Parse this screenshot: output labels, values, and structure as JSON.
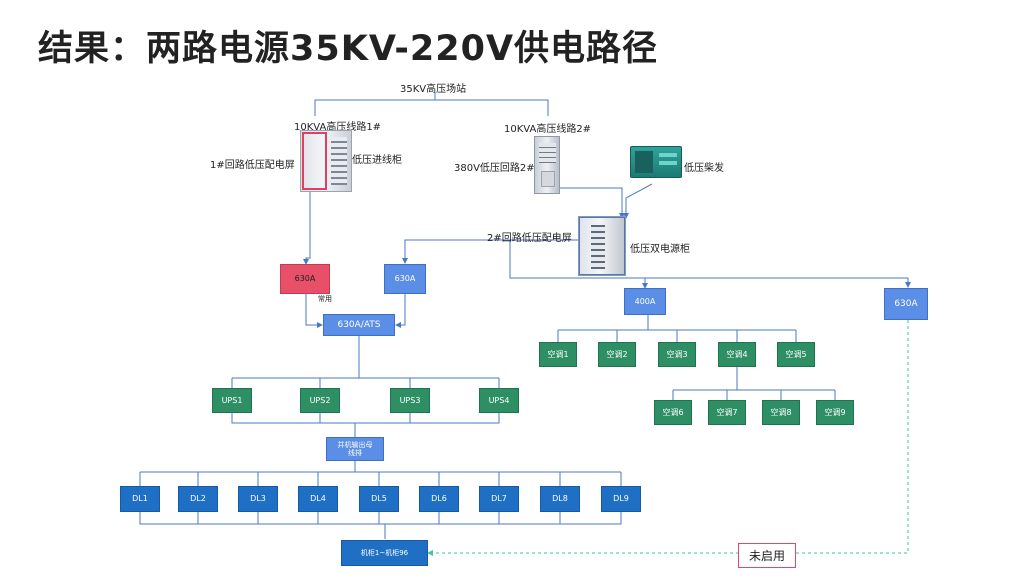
{
  "title": "结果：两路电源35KV-220V供电路径",
  "labels": {
    "station": "35KV高压场站",
    "line1": "10KVA高压线路1#",
    "line2": "10KVA高压线路2#",
    "screen1": "1#回路低压配电屏",
    "incoming": "低压进线柜",
    "loop2": "380V低压回路2#",
    "diesel": "低压柴发",
    "screen2": "2#回路低压配电屏",
    "dualcab": "低压双电源柜",
    "standby": "常用",
    "not_enabled": "未启用"
  },
  "boxes": {
    "b630_red": "630A",
    "b630_blue": "630A",
    "ats": "630A/ATS",
    "b400": "400A",
    "b630_right": "630A",
    "bus": "并机输出母线排",
    "cabinets": "机柜1~机柜96"
  },
  "ups": [
    "UPS1",
    "UPS2",
    "UPS3",
    "UPS4"
  ],
  "ac_row1": [
    "空调1",
    "空调2",
    "空调3",
    "空调4",
    "空调5"
  ],
  "ac_row2": [
    "空调6",
    "空调7",
    "空调8",
    "空调9"
  ],
  "dl": [
    "DL1",
    "DL2",
    "DL3",
    "DL4",
    "DL5",
    "DL6",
    "DL7",
    "DL8",
    "DL9"
  ],
  "colors": {
    "blue": "#5b8ee6",
    "red": "#e8506a",
    "green": "#2f8f64",
    "navy": "#1f6fc5",
    "dashed": "#3fc6a8"
  },
  "icons": [
    "cabinet-icon",
    "generator-icon"
  ]
}
